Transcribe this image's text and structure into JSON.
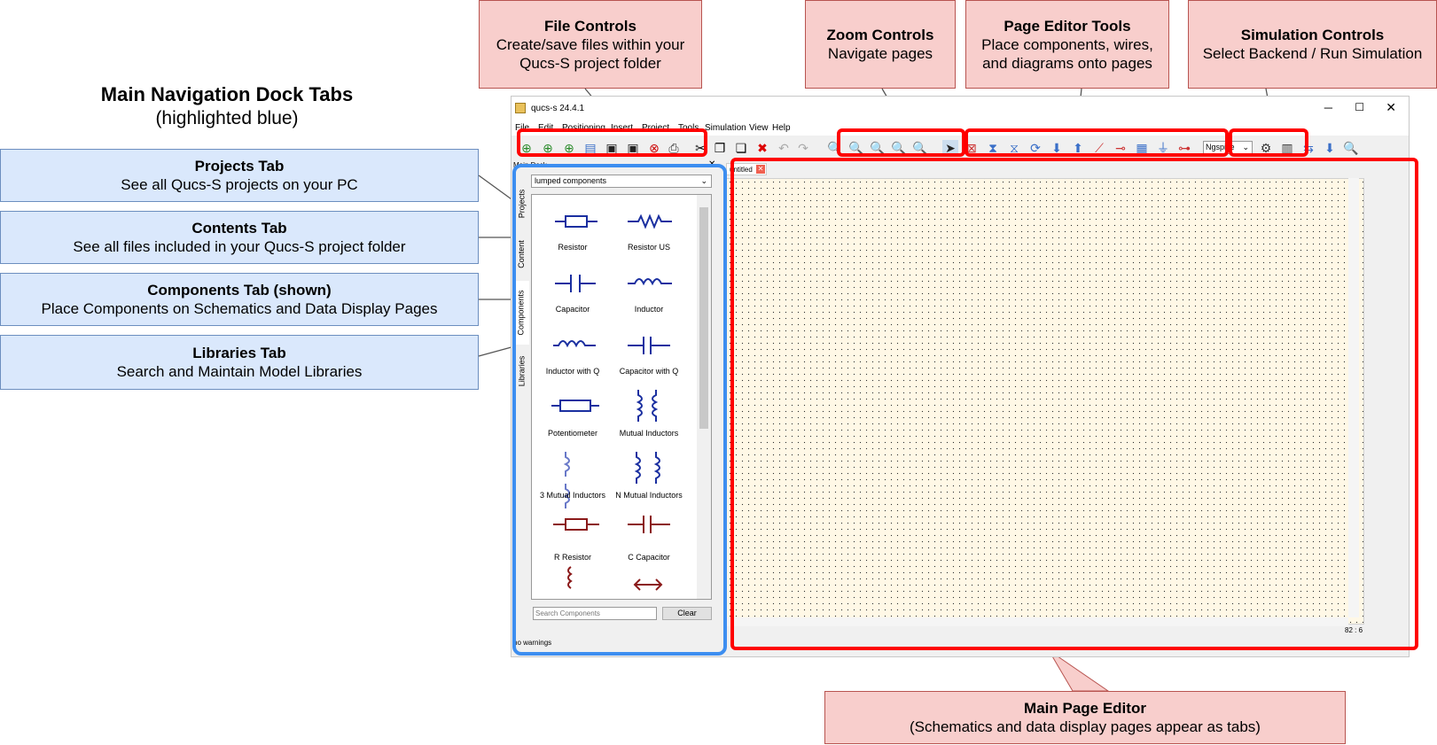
{
  "heading": {
    "title": "Main Navigation Dock Tabs",
    "subtitle": "(highlighted blue)"
  },
  "dock_callouts": [
    {
      "title": "Projects Tab",
      "desc": "See all Qucs-S projects on your PC"
    },
    {
      "title": "Contents Tab",
      "desc": "See all files included in your Qucs-S project folder"
    },
    {
      "title": "Components Tab (shown)",
      "desc": "Place Components on Schematics and Data Display Pages"
    },
    {
      "title": "Libraries Tab",
      "desc": "Search and Maintain Model Libraries"
    }
  ],
  "top_callouts": {
    "file": {
      "title": "File Controls",
      "lines": [
        "Create/save files within your",
        "Qucs-S project folder"
      ]
    },
    "zoom": {
      "title": "Zoom Controls",
      "lines": [
        "Navigate pages"
      ]
    },
    "editor_tools": {
      "title": "Page Editor Tools",
      "lines": [
        "Place components, wires,",
        "and diagrams onto pages"
      ]
    },
    "simulation": {
      "title": "Simulation Controls",
      "lines": [
        "Select Backend / Run Simulation"
      ]
    }
  },
  "bottom_callout": {
    "title": "Main Page Editor",
    "desc": "(Schematics and data display pages appear as tabs)"
  },
  "app": {
    "window_title": "qucs-s 24.4.1",
    "menu": [
      "File",
      "Edit",
      "Positioning",
      "Insert",
      "Project",
      "Tools",
      "Simulation",
      "View",
      "Help"
    ],
    "dock_title": "Main Dock",
    "dock_tabs": [
      "Projects",
      "Content",
      "Components",
      "Libraries"
    ],
    "category": "lumped components",
    "components": [
      "Resistor",
      "Resistor US",
      "Capacitor",
      "Inductor",
      "Inductor with Q",
      "Capacitor with Q",
      "Potentiometer",
      "Mutual Inductors",
      "3 Mutual Inductors",
      "N Mutual Inductors",
      "R Resistor",
      "C Capacitor"
    ],
    "search_placeholder": "Search Components",
    "clear_label": "Clear",
    "status": "no warnings",
    "editor_tab": "untitled",
    "backend": "Ngspice",
    "coords": "82 : 6"
  },
  "colors": {
    "red_callout_fill": "#f8cecc",
    "blue_callout_fill": "#dae8fc",
    "red_highlight": "#ff0000",
    "blue_highlight": "#3d8ef0",
    "canvas": "#fff8e6"
  }
}
